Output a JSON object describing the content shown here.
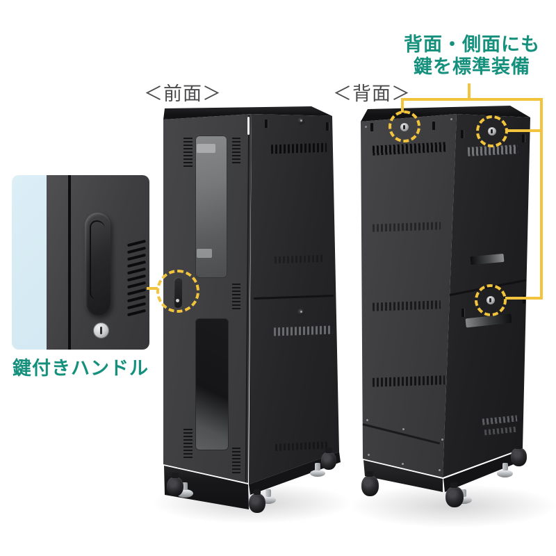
{
  "labels": {
    "front_view": "＜前面＞",
    "back_view": "＜背面＞"
  },
  "callouts": {
    "back_side_locks": {
      "line1": "背面・側面にも",
      "line2": "鍵を標準装備"
    },
    "keyed_handle": "鍵付きハンドル"
  },
  "colors": {
    "page_background": "#FFFFFF",
    "accent_text_green": "#15907C",
    "callout_yellow": "#F2C33C",
    "inset_background_blue": "#D9ECF5",
    "cabinet_dark": "#2B2B2D"
  },
  "icons": {
    "lock-icon": "circular cam-lock with keyhole",
    "handle-icon": "swing handle with key cylinder",
    "caster-icon": "black caster wheel",
    "leveling-foot-icon": "silver adjustable foot"
  }
}
